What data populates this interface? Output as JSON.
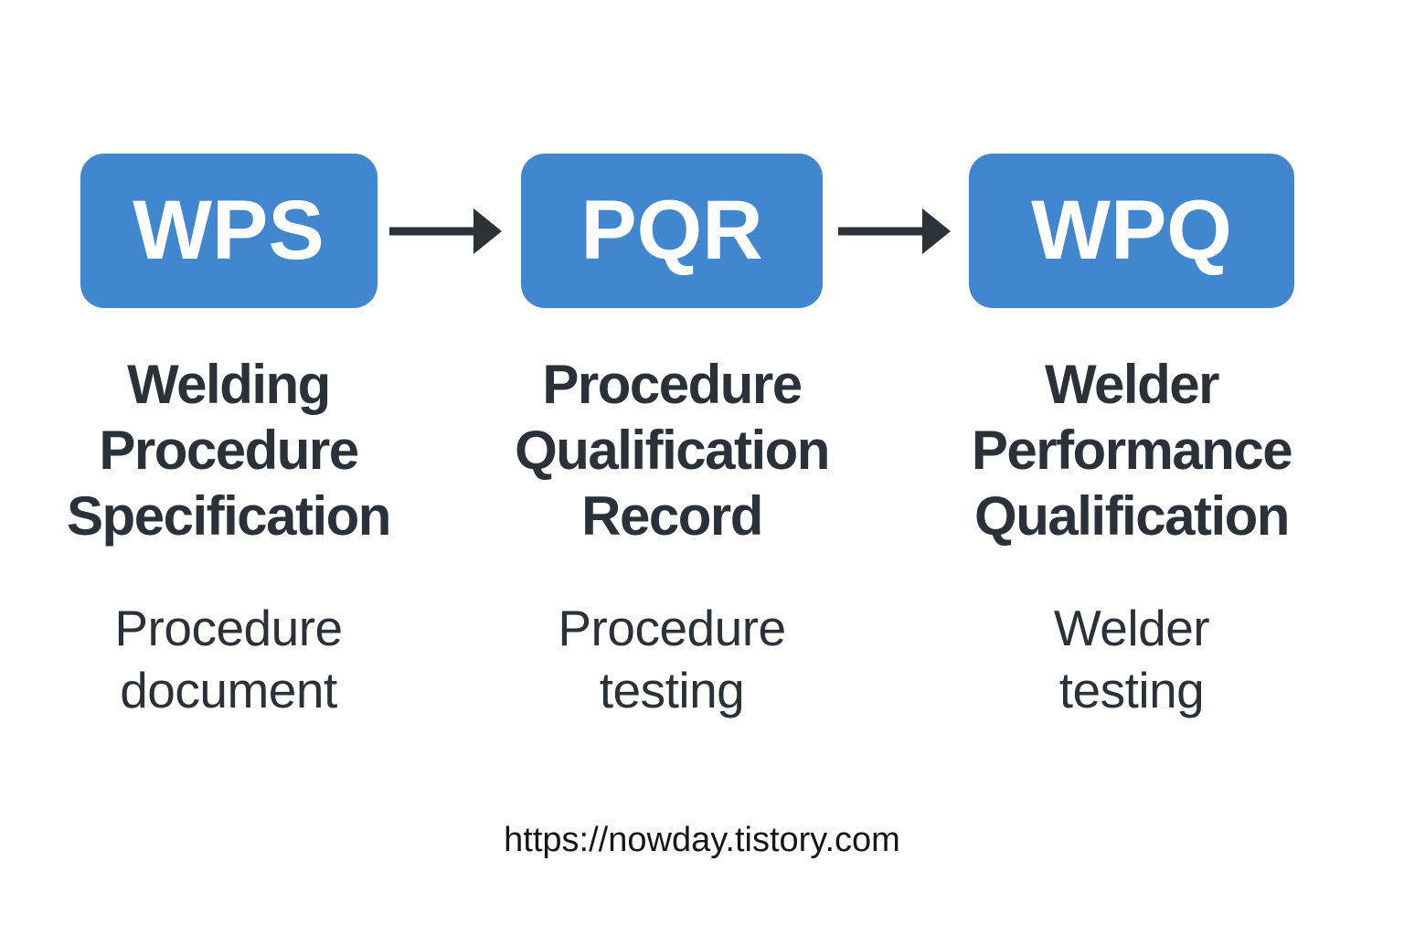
{
  "page": {
    "background": "#ffffff",
    "accent_blue": "#4187d0",
    "text_dark": "#2a3138",
    "arrow_color": "#2b3238"
  },
  "columns": [
    {
      "acronym": "WPS",
      "title": "Welding\nProcedure\nSpecification",
      "subtitle": "Procedure\ndocument"
    },
    {
      "acronym": "PQR",
      "title": "Procedure\nQualification\nRecord",
      "subtitle": "Procedure\ntesting"
    },
    {
      "acronym": "WPQ",
      "title": "Welder\nPerformance\nQualification",
      "subtitle": "Welder\ntesting"
    }
  ],
  "footer": {
    "url": "https://nowday.tistory.com"
  }
}
